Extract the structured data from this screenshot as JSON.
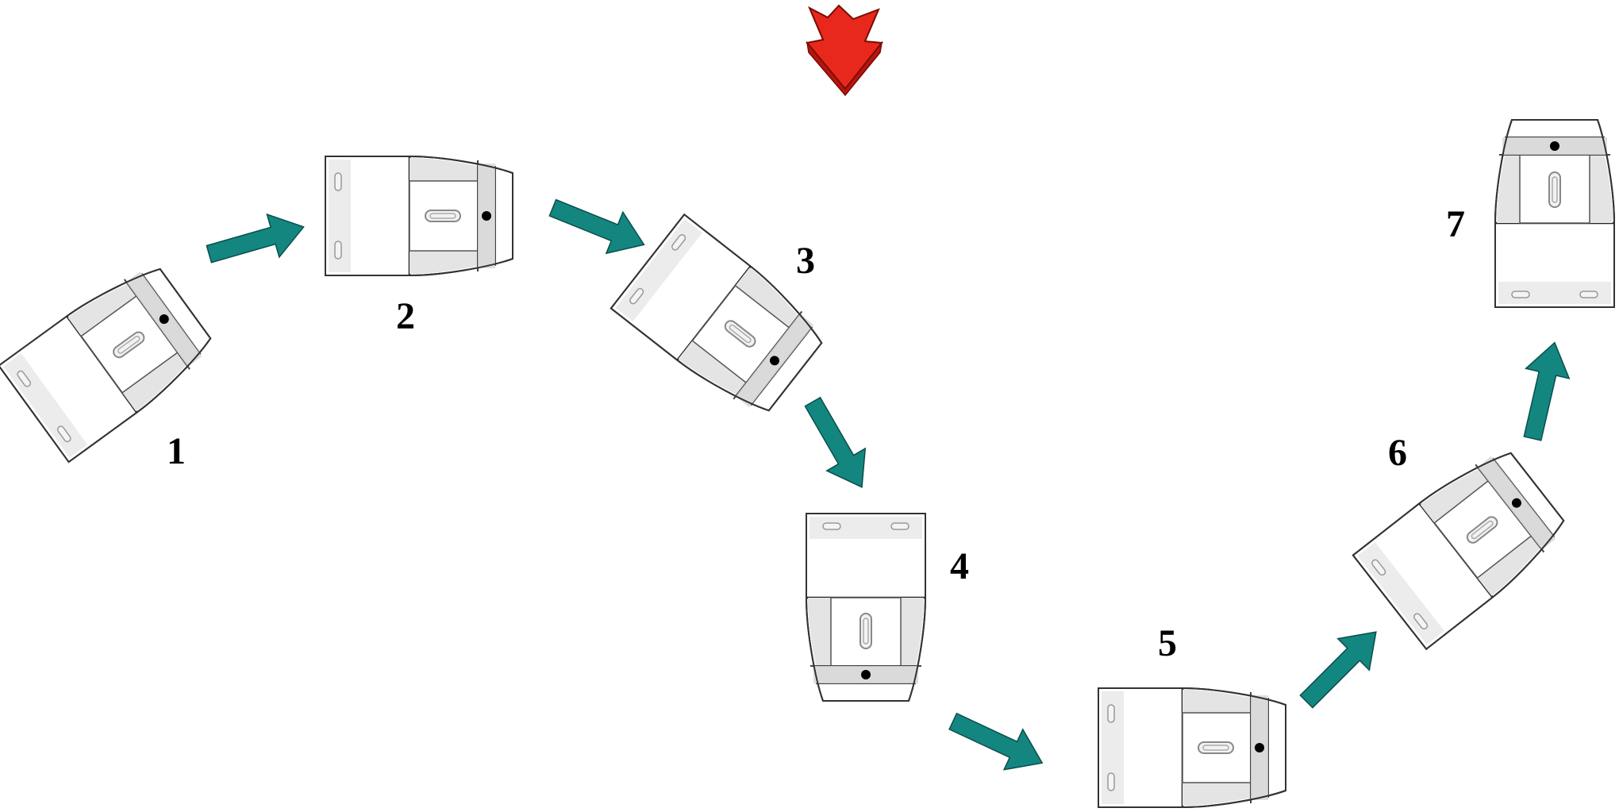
{
  "steps": [
    {
      "label": "1"
    },
    {
      "label": "2"
    },
    {
      "label": "3"
    },
    {
      "label": "4"
    },
    {
      "label": "5"
    },
    {
      "label": "6"
    },
    {
      "label": "7"
    }
  ],
  "colors": {
    "arrow": "#138680",
    "pointer": "#e8281c",
    "outline": "#333333",
    "shade": "#e0e0e0",
    "body": "#ffffff"
  },
  "icons": {
    "pointer": "red-down-arrow-icon",
    "step_arrow": "teal-arrow-icon",
    "unit": "capsule-top-view-icon"
  }
}
